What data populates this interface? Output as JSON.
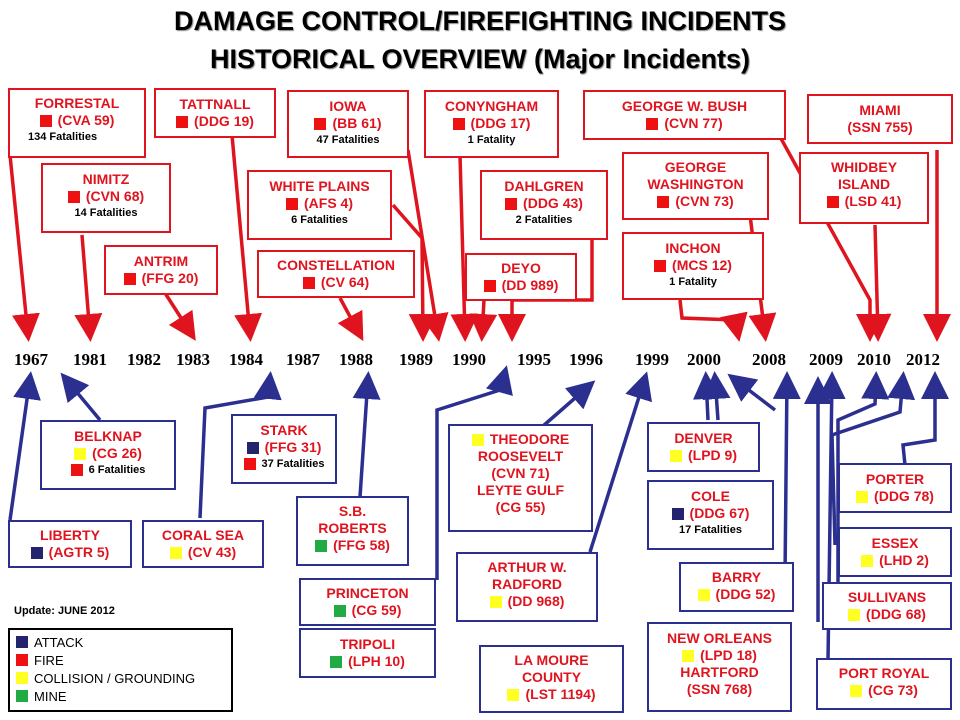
{
  "title": {
    "line1": "DAMAGE CONTROL/FIREFIGHTING INCIDENTS",
    "line2": "HISTORICAL OVERVIEW (Major Incidents)"
  },
  "years": [
    "1967",
    "1981",
    "1982",
    "1983",
    "1984",
    "1987",
    "1988",
    "1989",
    "1990",
    "1995",
    "1996",
    "1999",
    "2000",
    "2008",
    "2009",
    "2010",
    "2012"
  ],
  "incidents": {
    "forrestal": {
      "name": "FORRESTAL",
      "code": "(CVA 59)",
      "fatalities": "134  Fatalities"
    },
    "nimitz": {
      "name": "NIMITZ",
      "code": "(CVN 68)",
      "fatalities": "14  Fatalities"
    },
    "antrim": {
      "name": "ANTRIM",
      "code": "(FFG 20)"
    },
    "tattnall": {
      "name": "TATTNALL",
      "code": "(DDG 19)"
    },
    "white_plains": {
      "name": "WHITE PLAINS",
      "code": "(AFS 4)",
      "fatalities": "6 Fatalities"
    },
    "constellation": {
      "name": "CONSTELLATION",
      "code": "(CV 64)"
    },
    "iowa": {
      "name": "IOWA",
      "code": "(BB 61)",
      "fatalities": "47 Fatalities"
    },
    "conyngham": {
      "name": "CONYNGHAM",
      "code": "(DDG 17)",
      "fatalities": "1 Fatality"
    },
    "dahlgren": {
      "name": "DAHLGREN",
      "code": "(DDG 43)",
      "fatalities": "2 Fatalities"
    },
    "deyo": {
      "name": "DEYO",
      "code": "(DD 989)"
    },
    "gw_bush": {
      "name": "GEORGE W. BUSH",
      "code": "(CVN 77)"
    },
    "g_washington": {
      "name1": "GEORGE",
      "name2": "WASHINGTON",
      "code": "(CVN 73)"
    },
    "inchon": {
      "name": "INCHON",
      "code": "(MCS 12)",
      "fatalities": "1 Fatality"
    },
    "miami": {
      "name": "MIAMI",
      "code": "(SSN 755)"
    },
    "whidbey": {
      "name1": "WHIDBEY",
      "name2": "ISLAND",
      "code": "(LSD 41)"
    },
    "belknap": {
      "name": "BELKNAP",
      "code": "(CG 26)",
      "fatalities": "6 Fatalities"
    },
    "liberty": {
      "name": "LIBERTY",
      "code": "(AGTR 5)"
    },
    "coral_sea": {
      "name": "CORAL SEA",
      "code": "(CV 43)"
    },
    "stark": {
      "name": "STARK",
      "code": "(FFG 31)",
      "fatalities": "37 Fatalities"
    },
    "sb_roberts": {
      "name1": "S.B.",
      "name2": "ROBERTS",
      "code": "(FFG 58)"
    },
    "princeton": {
      "name": "PRINCETON",
      "code": "(CG 59)"
    },
    "tripoli": {
      "name": "TRIPOLI",
      "code": "(LPH 10)"
    },
    "theodore": {
      "l1": "THEODORE",
      "l2": "ROOSEVELT",
      "l3": "(CVN 71)",
      "l4": "LEYTE GULF",
      "l5": "(CG 55)"
    },
    "radford": {
      "name1": "ARTHUR W.",
      "name2": "RADFORD",
      "code": "(DD 968)"
    },
    "la_moure": {
      "name1": "LA MOURE",
      "name2": "COUNTY",
      "code": "(LST 1194)"
    },
    "denver": {
      "name": "DENVER",
      "code": "(LPD 9)"
    },
    "cole": {
      "name": "COLE",
      "code": "(DDG 67)",
      "fatalities": "17  Fatalities"
    },
    "barry": {
      "name": "BARRY",
      "code": "(DDG 52)"
    },
    "new_orleans": {
      "l1": "NEW ORLEANS",
      "l2": "(LPD 18)",
      "l3": "HARTFORD",
      "l4": "(SSN 768)"
    },
    "porter": {
      "name": "PORTER",
      "code": "(DDG 78)"
    },
    "essex": {
      "name": "ESSEX",
      "code": "(LHD 2)"
    },
    "sullivans": {
      "name": "SULLIVANS",
      "code": "(DDG 68)"
    },
    "port_royal": {
      "name": "PORT ROYAL",
      "code": "(CG 73)"
    }
  },
  "update": "Update: JUNE 2012",
  "legend": [
    {
      "label": "ATTACK",
      "color": "#23236e"
    },
    {
      "label": "FIRE",
      "color": "#ee1111"
    },
    {
      "label": "COLLISION / GROUNDING",
      "color": "#ffff22"
    },
    {
      "label": "MINE",
      "color": "#22aa44"
    }
  ]
}
